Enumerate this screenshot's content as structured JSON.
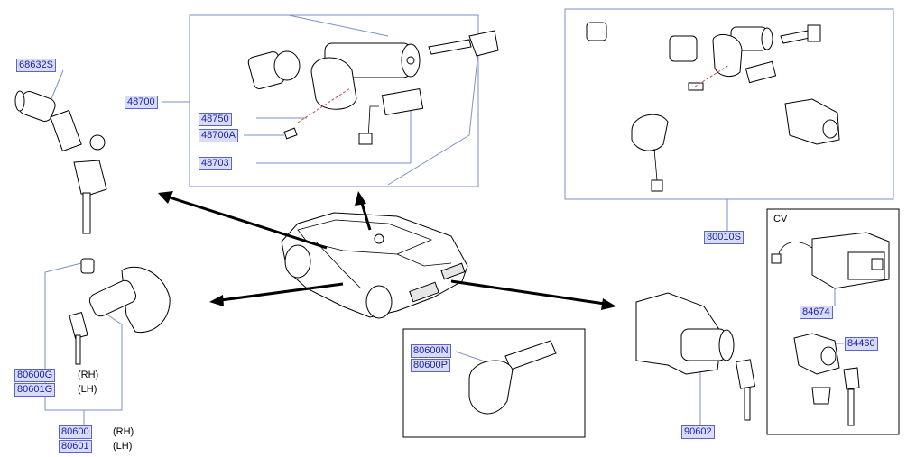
{
  "labels": {
    "p68632S": "68632S",
    "p48700": "48700",
    "p48750": "48750",
    "p48700A": "48700A",
    "p48703": "48703",
    "p80010S": "80010S",
    "p84674": "84674",
    "p84460": "84460",
    "p80600N": "80600N",
    "p80600P": "80600P",
    "p90602": "90602",
    "p80600G": "80600G",
    "p80601G": "80601G",
    "p80600": "80600",
    "p80601": "80601"
  },
  "side": {
    "rh1": "(RH)",
    "lh1": "(LH)",
    "rh2": "(RH)",
    "lh2": "(LH)"
  },
  "box_titles": {
    "cv": "CV"
  }
}
